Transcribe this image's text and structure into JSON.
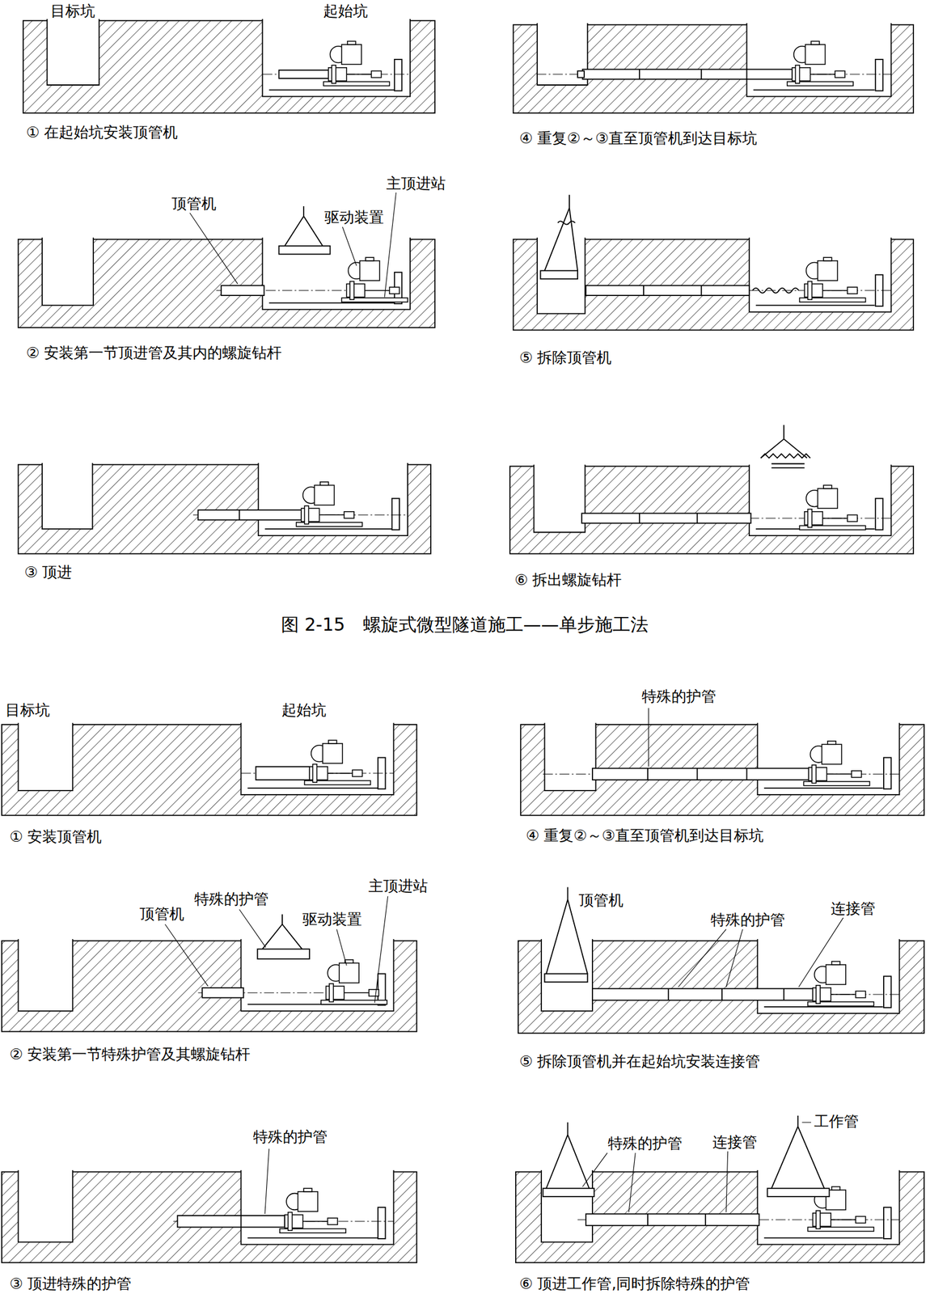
{
  "diagram": {
    "caption": "图 2-15　螺旋式微型隧道施工——单步施工法",
    "labels": [
      "目标坑",
      "起始坑",
      "① 在起始坑安装顶管机",
      "④ 重复②～③直至顶管机到达目标坑",
      "顶管机",
      "驱动装置",
      "主顶进站",
      "② 安装第一节顶进管及其内的螺旋钻杆",
      "⑤ 拆除顶管机",
      "③ 顶进",
      "⑥ 拆出螺旋钻杆",
      "目标坑",
      "起始坑",
      "特殊的护管",
      "① 安装顶管机",
      "④ 重复②～③直至顶管机到达目标坑",
      "顶管机",
      "特殊的护管",
      "驱动装置",
      "主顶进站",
      "顶管机",
      "特殊的护管",
      "连接管",
      "② 安装第一节特殊护管及其螺旋钻杆",
      "⑤ 拆除顶管机并在起始坑安装连接管",
      "特殊的护管",
      "特殊的护管",
      "连接管",
      "工作管",
      "③ 顶进特殊的护管",
      "⑥ 顶进工作管,同时拆除特殊的护管"
    ]
  }
}
